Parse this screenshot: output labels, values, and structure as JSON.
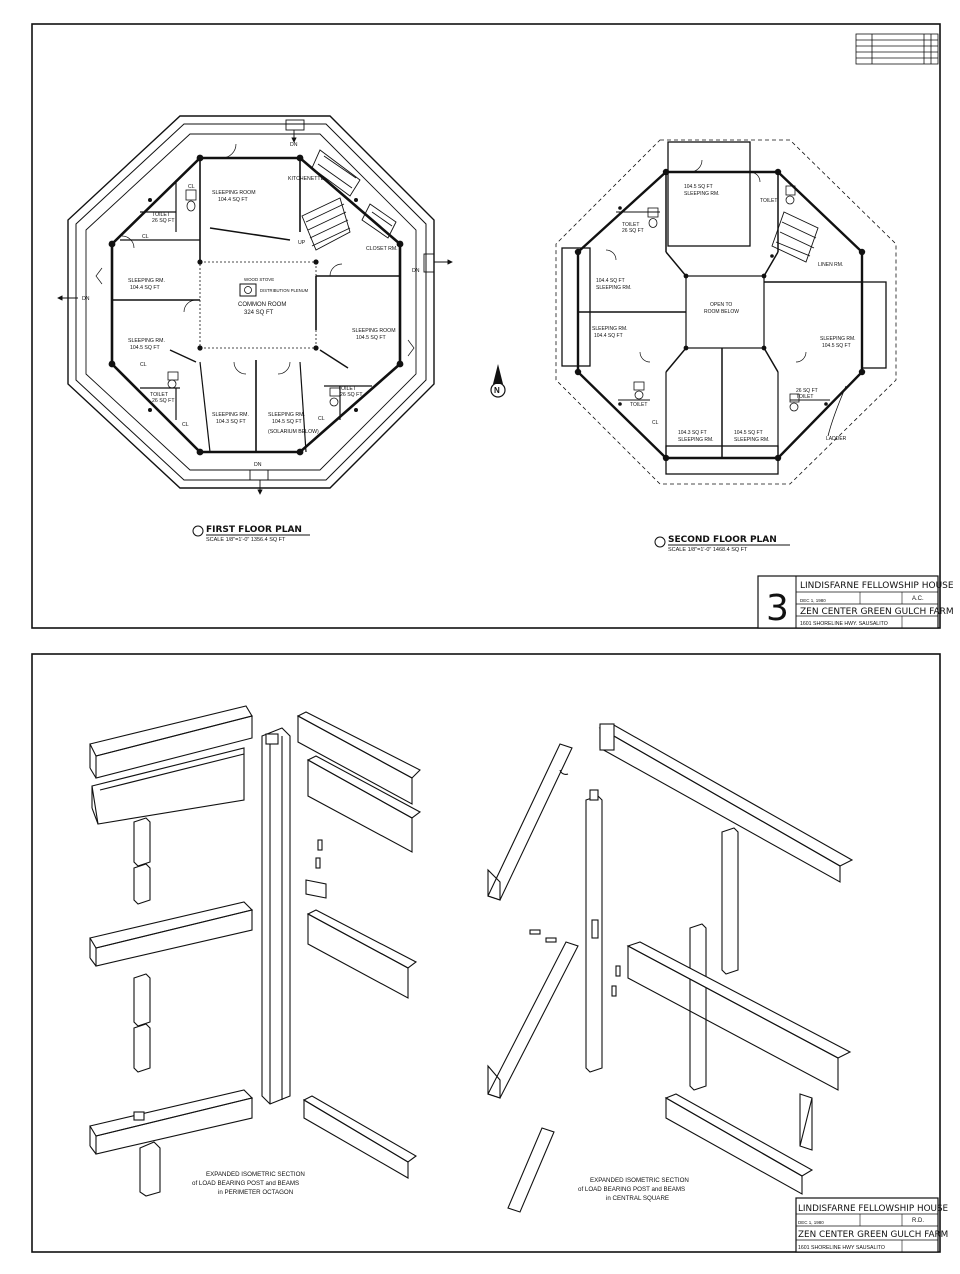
{
  "sheet_top": {
    "first_floor": {
      "title": "FIRST FLOOR PLAN",
      "scale": "SCALE 1/8\"=1'-0\"   1356.4 SQ FT",
      "rooms": {
        "kitchenette": "KITCHENETTE",
        "sleeping_nw": "SLEEPING ROOM",
        "sleeping_nw_area": "104.4 SQ FT",
        "toilet_nw": "TOILET",
        "toilet_nw_area": "26 SQ FT",
        "cl_a": "CL",
        "cl_b": "CL",
        "cl_c": "CL",
        "cl_d": "CL",
        "cl_e": "CL",
        "sleeping_w": "SLEEPING RM.",
        "sleeping_w_area": "104.4 SQ FT",
        "sleeping_sw": "SLEEPING RM.",
        "sleeping_sw_area": "104.5 SQ FT",
        "toilet_sw": "TOILET",
        "toilet_sw_area": "26 SQ FT",
        "sleeping_s1": "SLEEPING RM.",
        "sleeping_s1_area": "104.3 SQ FT",
        "sleeping_s2": "SLEEPING RM.",
        "sleeping_s2_area": "104.5 SQ FT",
        "sleeping_s2_note": "(SOLARIUM BELOW)",
        "toilet_se": "TOILET",
        "toilet_se_area": "26 SQ FT",
        "sleeping_e": "SLEEPING ROOM",
        "sleeping_e_area": "104.5 SQ FT",
        "closet": "CLOSET RM.",
        "common": "COMMON ROOM",
        "common_area": "324 SQ FT",
        "wood_stove": "WOOD STOVE",
        "dist_plenum": "DISTRIBUTION PLENUM",
        "dn_top": "DN",
        "dn_left": "DN",
        "dn_right": "DN",
        "dn_bottom": "DN",
        "up": "UP"
      }
    },
    "second_floor": {
      "title": "SECOND FLOOR PLAN",
      "scale": "SCALE 1/8\"=1'-0\"   1468.4 SQ FT",
      "rooms": {
        "sleeping_n": "104.5 SQ FT",
        "sleeping_n_label": "SLEEPING RM.",
        "toilet_n": "TOILET",
        "toilet_nw": "TOILET",
        "toilet_nw_area": "26 SQ FT",
        "linen": "LINEN RM.",
        "sleeping_w": "104.4 SQ FT",
        "sleeping_w_label": "SLEEPING RM.",
        "sleeping_sw_label": "SLEEPING RM.",
        "sleeping_sw": "104.4 SQ FT",
        "open": "OPEN TO",
        "open2": "ROOM BELOW",
        "sleeping_e_label": "SLEEPING RM.",
        "sleeping_e": "104.5 SQ FT",
        "toilet_s": "TOILET",
        "toilet_se": "TOILET",
        "toilet_se_area": "26 SQ FT",
        "sleeping_s1": "104.3 SQ FT",
        "sleeping_s1_label": "SLEEPING RM.",
        "sleeping_s2": "104.5 SQ FT",
        "sleeping_s2_label": "SLEEPING RM.",
        "cl": "CL",
        "ladder": "LADDER"
      }
    },
    "north": "N",
    "title_block": {
      "sheet_no": "3",
      "project": "LINDISFARNE FELLOWSHIP HOUSE",
      "drawn": "A.C.",
      "date": "DEC 1, 1980",
      "client": "ZEN CENTER GREEN GULCH FARM",
      "address": "1601 SHORELINE HWY. SAUSALITO"
    }
  },
  "sheet_bottom": {
    "caption_left": [
      "EXPANDED ISOMETRIC SECTION",
      "of LOAD BEARING POST and BEAMS",
      "in PERIMETER OCTAGON"
    ],
    "caption_right": [
      "EXPANDED ISOMETRIC SECTION",
      "of LOAD BEARING POST and BEAMS",
      "in CENTRAL SQUARE"
    ],
    "title_block": {
      "project": "LINDISFARNE FELLOWSHIP HOUSE",
      "drawn": "R.D.",
      "date": "DEC 1, 1980",
      "client": "ZEN CENTER GREEN GULCH FARM",
      "address": "1601 SHORELINE HWY SAUSALITO"
    }
  }
}
